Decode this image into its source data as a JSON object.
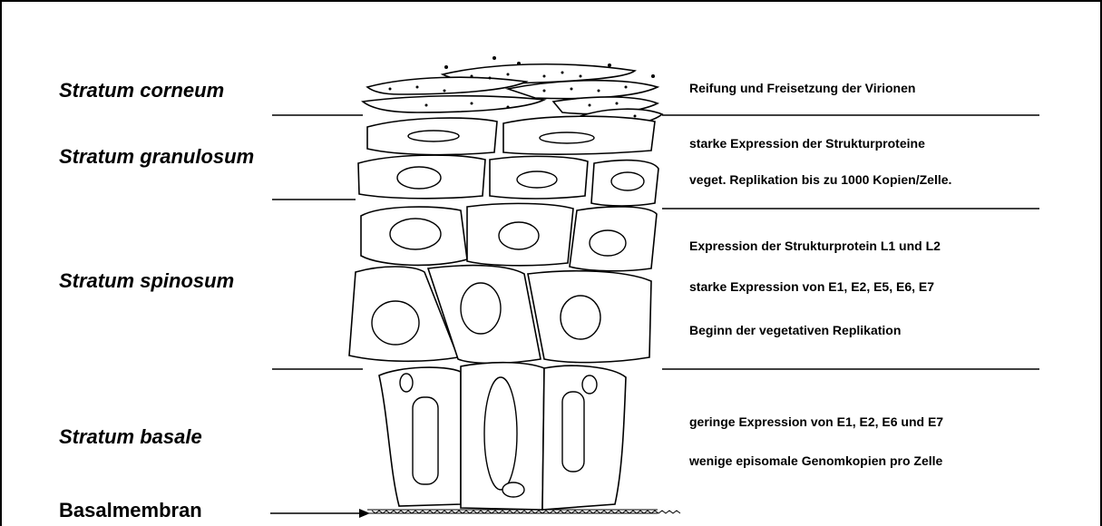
{
  "layers": {
    "corneum": "Stratum corneum",
    "granulosum": "Stratum granulosum",
    "spinosum": "Stratum spinosum",
    "basale": "Stratum basale",
    "basalmembran": "Basalmembran"
  },
  "notes": {
    "n1": "Reifung und Freisetzung der Virionen",
    "n2": "starke Expression der Strukturproteine",
    "n3": "veget. Replikation bis zu 1000 Kopien/Zelle.",
    "n4": "Expression der Strukturprotein L1 und L2",
    "n5": "starke Expression von E1, E2, E5, E6, E7",
    "n6": "Beginn der vegetativen  Replikation",
    "n7": "geringe Expression von E1, E2, E6 und E7",
    "n8": "wenige episomale Genomkopien pro Zelle"
  }
}
